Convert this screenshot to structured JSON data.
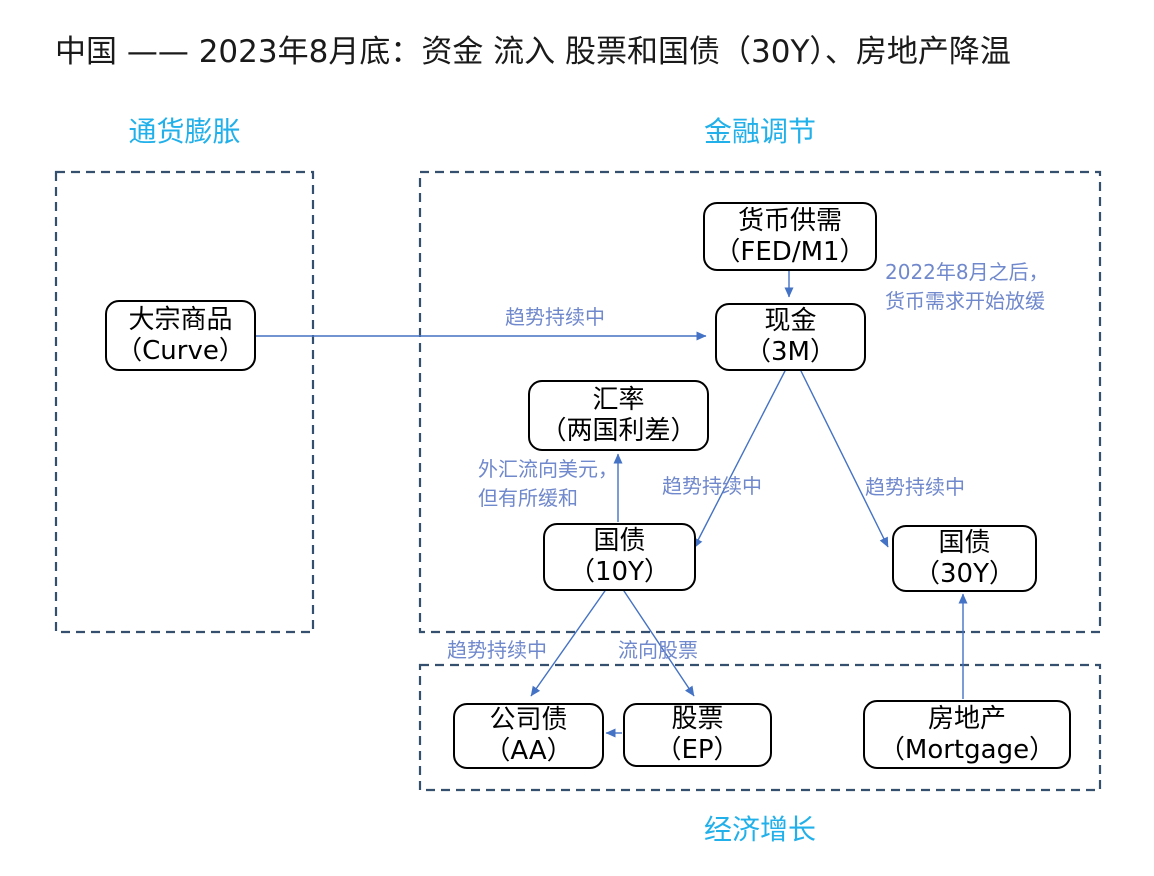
{
  "title": "中国 —— 2023年8月底：资金 流入 股票和国债（30Y）、房地产降温",
  "sections": {
    "inflation": "通货膨胀",
    "finance": "金融调节",
    "growth": "经济增长"
  },
  "nodes": {
    "commodity": {
      "name": "大宗商品",
      "code": "（Curve）"
    },
    "money_supply": {
      "name": "货币供需",
      "code": "（FED/M1）"
    },
    "cash": {
      "name": "现金",
      "code": "（3M）"
    },
    "fx": {
      "name": "汇率",
      "code": "（两国利差）"
    },
    "bond10y": {
      "name": "国债",
      "code": "（10Y）"
    },
    "bond30y": {
      "name": "国债",
      "code": "（30Y）"
    },
    "corporate_bond": {
      "name": "公司债",
      "code": "（AA）"
    },
    "stock": {
      "name": "股票",
      "code": "（EP）"
    },
    "property": {
      "name": "房地产",
      "code": "（Mortgage）"
    }
  },
  "edge_labels": {
    "commodity_to_cash": "趋势持续中",
    "cash_to_bond10y": "趋势持续中",
    "cash_to_bond30y": "趋势持续中",
    "bond10y_to_corporate": "趋势持续中",
    "bond10y_to_stock": "流向股票",
    "fx_note_line1": "外汇流向美元，",
    "fx_note_line2": "但有所缓和",
    "money_note_line1": "2022年8月之后，",
    "money_note_line2": "货币需求开始放缓"
  },
  "colors": {
    "section-cyan": "#21b0ea",
    "arrow-blue": "#4472c4",
    "label-blue": "#7088cc",
    "border-navy": "#34506e",
    "node-border": "#000000"
  }
}
